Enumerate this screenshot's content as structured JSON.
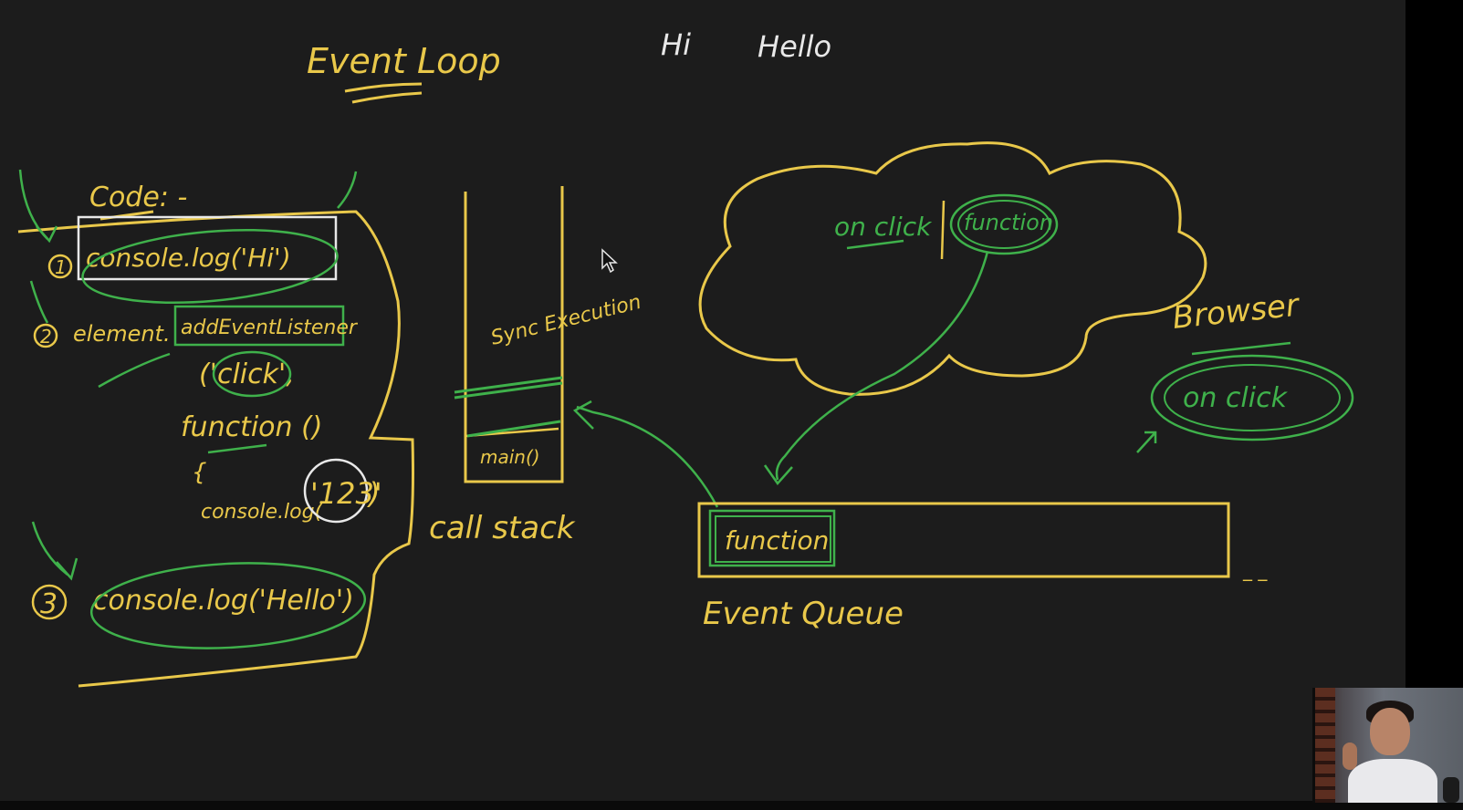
{
  "title": "Event Loop",
  "top_words": [
    "Hi",
    "Hello"
  ],
  "code_heading": "Code: -",
  "code_lines": [
    {
      "num": "1",
      "text": "console.log('Hi')"
    },
    {
      "num": "2",
      "prefix": "element.",
      "text": "addEventListener"
    },
    {
      "arg": "('click',"
    },
    {
      "text": "function ()"
    },
    {
      "text": "{"
    },
    {
      "text": "console.log(",
      "arg": "'123'",
      "suffix": ")"
    },
    {
      "num": "3",
      "text": "console.log('Hello')"
    }
  ],
  "call_stack": {
    "label": "call stack",
    "sync_note": "Sync Execution",
    "frames": [
      "main()"
    ]
  },
  "browser": {
    "cloud_left": "on click",
    "cloud_right": "function",
    "label": "Browser",
    "oval": "on click"
  },
  "event_queue": {
    "label": "Event Queue",
    "items": [
      "function"
    ],
    "trailing": "_ _"
  },
  "colors": {
    "yellow": "#e9c84a",
    "green": "#3fb14b",
    "white": "#e8e8e8",
    "board": "#1c1c1c"
  },
  "webcam": {
    "label": "presenter webcam"
  }
}
